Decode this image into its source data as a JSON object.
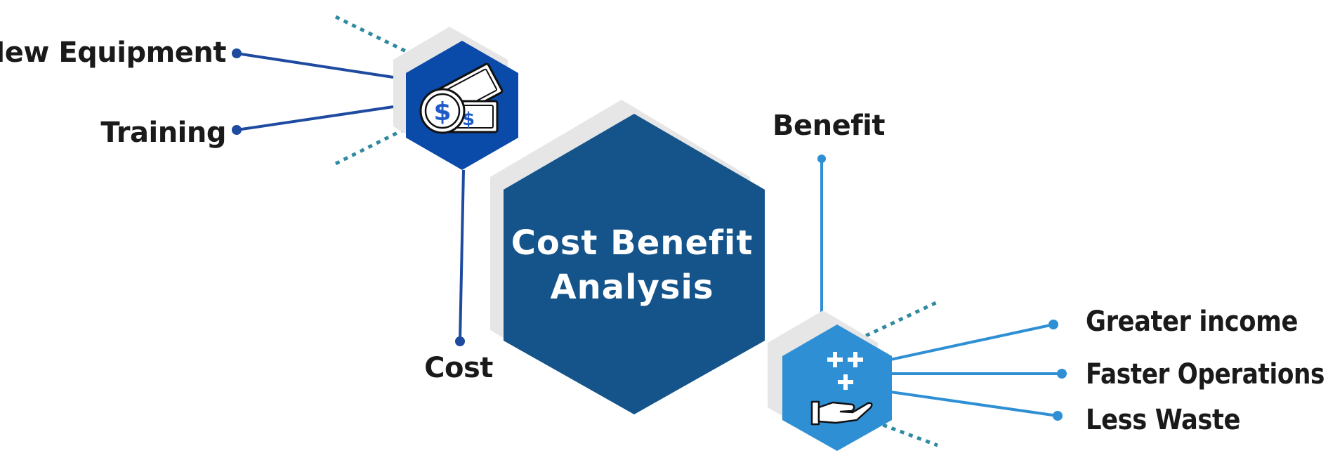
{
  "center": {
    "title_line1": "Cost Benefit",
    "title_line2": "Analysis"
  },
  "cost": {
    "label": "Cost",
    "icon": "money-icon",
    "items": [
      "New Equipment",
      "Training"
    ]
  },
  "benefit": {
    "label": "Benefit",
    "icon": "hand-plus-icon",
    "items": [
      "Greater income",
      "Faster Operations",
      "Less Waste"
    ]
  },
  "colors": {
    "center_fill": "#15548a",
    "cost_fill": "#0a4aa8",
    "benefit_fill": "#2f8fd4",
    "cost_line": "#1e4aa0",
    "benefit_line": "#2f8fd4",
    "dotted": "#2f8aa0",
    "shadow": "#e6e6e6",
    "text": "#1a1a1a"
  }
}
